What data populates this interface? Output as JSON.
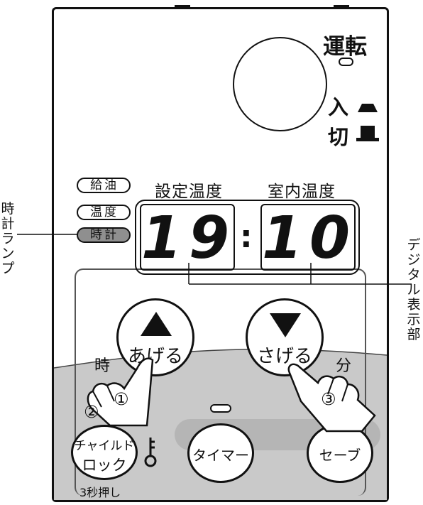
{
  "header": {
    "unten_label": "運転",
    "on_label": "入",
    "off_label": "切"
  },
  "indicators": [
    {
      "label": "給油",
      "highlighted": false
    },
    {
      "label": "温度",
      "highlighted": false
    },
    {
      "label": "時計",
      "highlighted": true
    }
  ],
  "display": {
    "set_temp_label": "設定温度",
    "room_temp_label": "室内温度",
    "left_value": "19",
    "colon": ":",
    "right_value": "10"
  },
  "callouts": {
    "clock_lamp": [
      "時",
      "計",
      "ラ",
      "ン",
      "プ"
    ],
    "digital_display": [
      "デ",
      "ジ",
      "タ",
      "ル",
      "表",
      "示",
      "部"
    ]
  },
  "buttons": {
    "up_label": "あげる",
    "down_label": "さげる",
    "hour_label": "時",
    "minute_label": "分",
    "child_lock_line1": "チャイルド",
    "child_lock_line2": "ロック",
    "child_lock_note": "3秒押し",
    "timer_label": "タイマー",
    "save_label": "セーブ"
  },
  "steps": {
    "step1": "①",
    "step2": "②",
    "step3": "③"
  }
}
